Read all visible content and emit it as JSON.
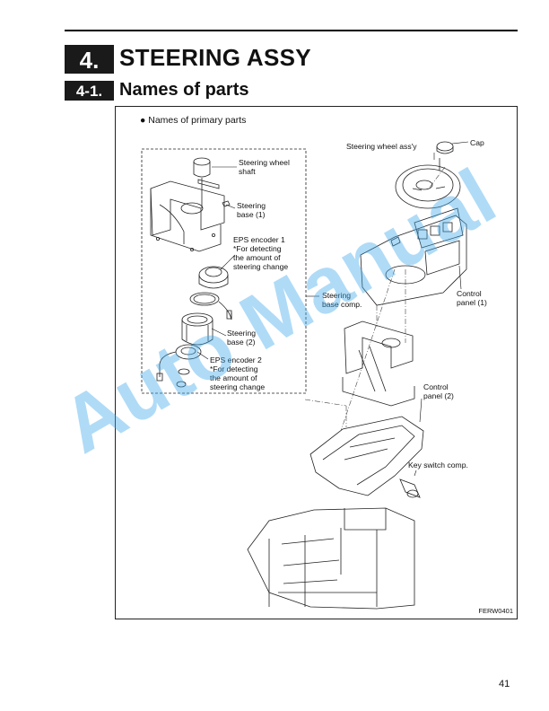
{
  "section": {
    "number": "4.",
    "title": "STEERING ASSY"
  },
  "subsection": {
    "number": "4-1.",
    "title": "Names of parts"
  },
  "figure": {
    "heading": "● Names of primary parts",
    "labels": {
      "steering_wheel_shaft": "Steering wheel\nshaft",
      "steering_base_1": "Steering\nbase (1)",
      "eps_encoder_1": "EPS encoder 1\n*For detecting\nthe amount of\nsteering change",
      "steering_base_2": "Steering\nbase (2)",
      "eps_encoder_2": "EPS encoder 2\n*For detecting\nthe amount of\nsteering change",
      "steering_wheel_assy": "Steering wheel ass'y",
      "cap": "Cap",
      "control_panel_1": "Control\npanel (1)",
      "steering_base_comp": "Steering\nbase comp.",
      "control_panel_2": "Control\npanel (2)",
      "key_switch_comp": "Key switch comp."
    },
    "code": "FERW0401"
  },
  "watermark": "Auto Manual",
  "page_number": "41"
}
